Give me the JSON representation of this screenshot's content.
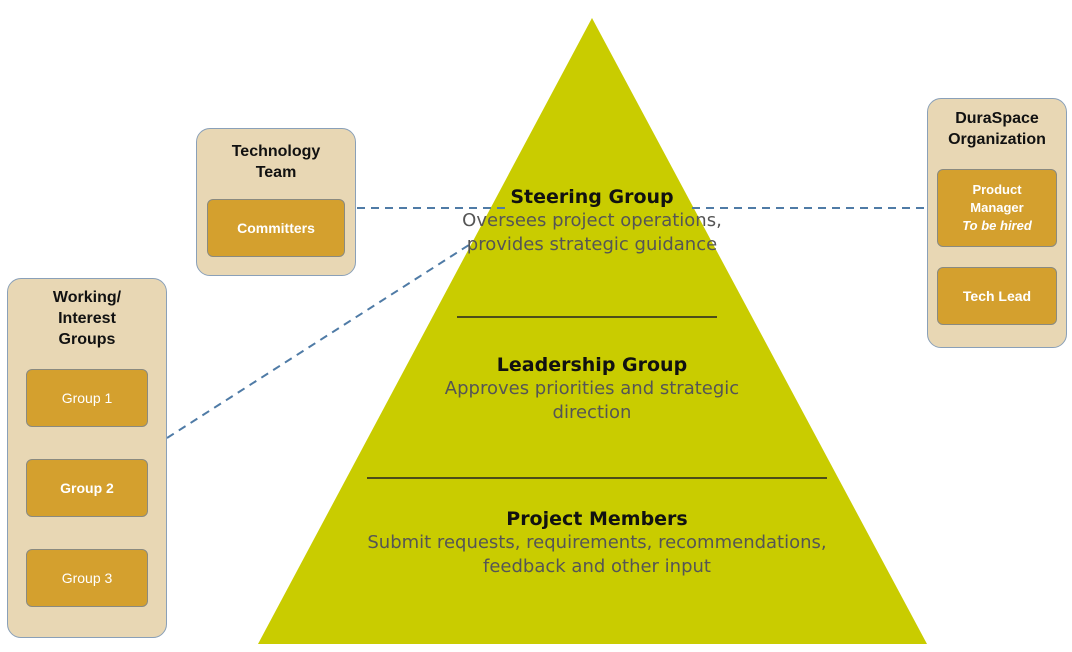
{
  "colors": {
    "pyramid": "#c9cc00",
    "panel": "#e8d7b4",
    "box": "#d4a02e",
    "connector": "#4f7ba6"
  },
  "pyramid": {
    "tiers": [
      {
        "title": "Steering Group",
        "description": "Oversees project operations, provides strategic guidance"
      },
      {
        "title": "Leadership Group",
        "description": "Approves priorities and strategic direction"
      },
      {
        "title": "Project Members",
        "description": "Submit requests, requirements, recommendations, feedback and other input"
      }
    ]
  },
  "technology_team": {
    "title": "Technology Team",
    "committers": "Committers"
  },
  "working_groups": {
    "title": "Working/ Interest Groups",
    "items": [
      "Group 1",
      "Group 2",
      "Group 3"
    ]
  },
  "duraspace": {
    "title": "DuraSpace Organization",
    "product_manager": "Product Manager",
    "product_manager_note": "To be hired",
    "tech_lead": "Tech Lead"
  }
}
